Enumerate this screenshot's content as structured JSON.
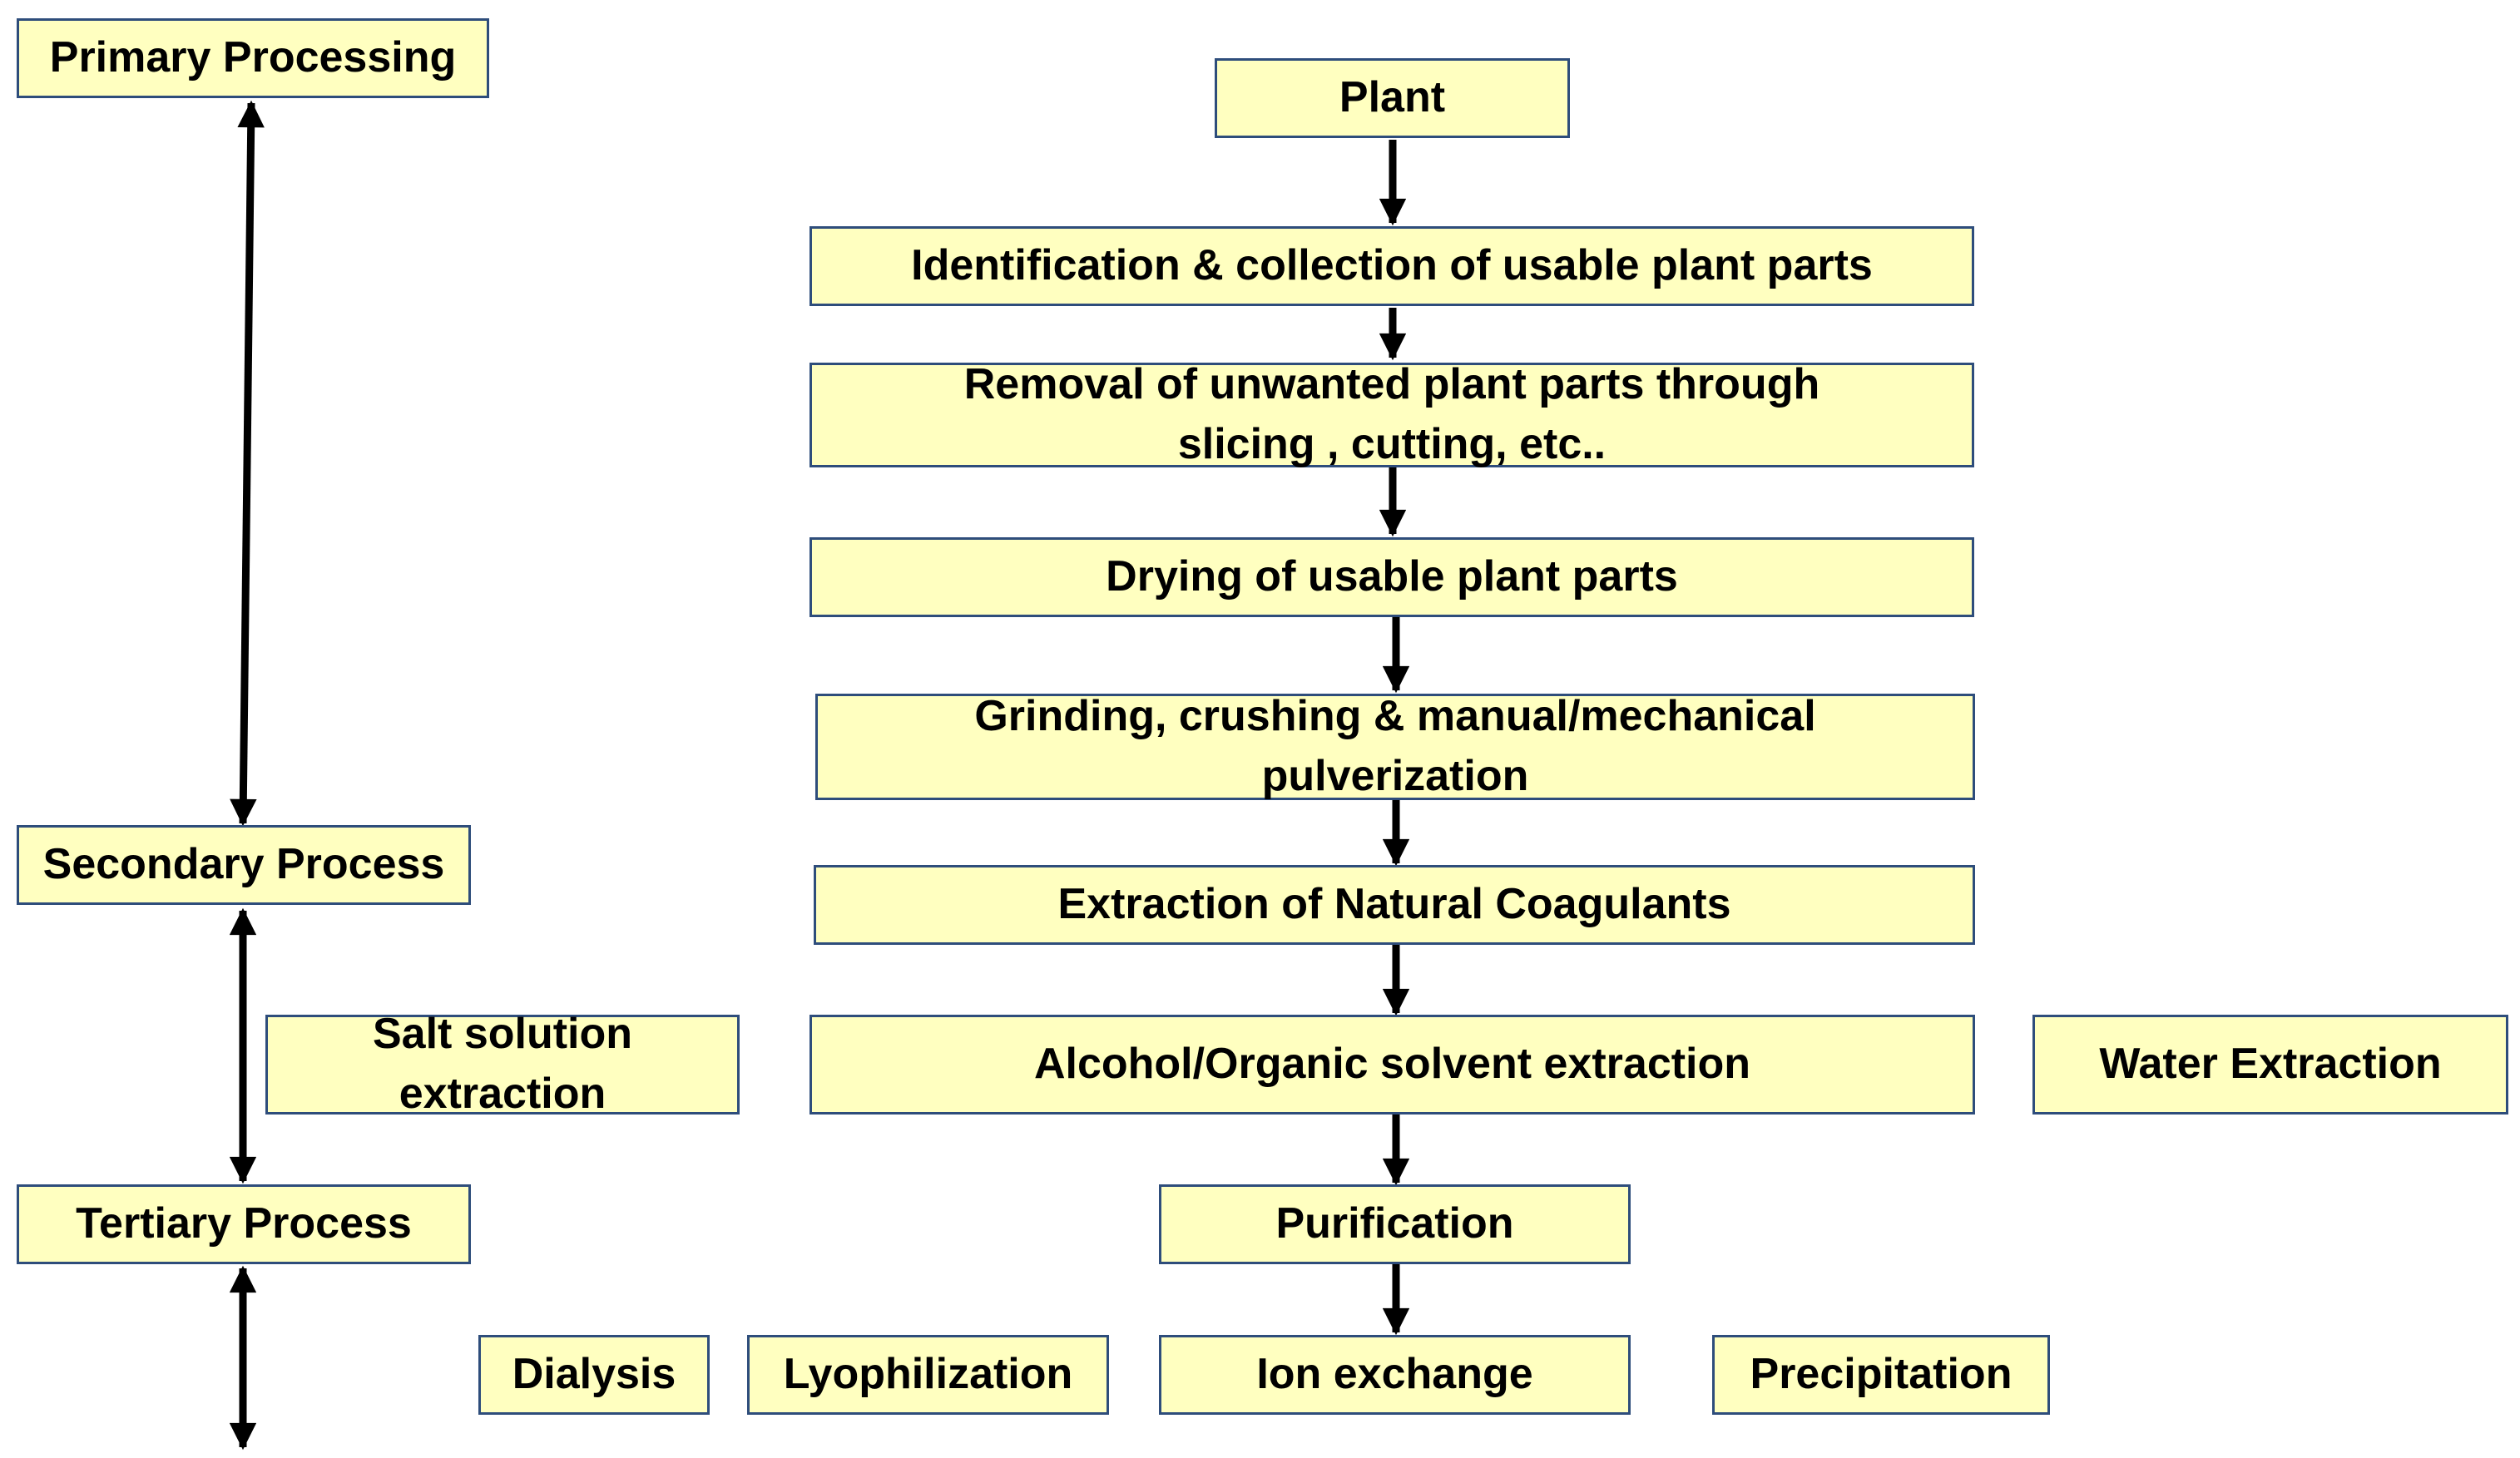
{
  "colors": {
    "box_fill": "#ffffc0",
    "box_border": "#2e4d7b",
    "arrow": "#000000"
  },
  "stages": {
    "primary": "Primary Processing",
    "secondary": "Secondary Process",
    "tertiary": "Tertiary Process"
  },
  "steps": {
    "plant": "Plant",
    "identification": "Identification & collection of usable plant parts",
    "removal": "Removal of unwanted plant parts through slicing , cutting, etc..",
    "drying": "Drying of usable plant parts",
    "grinding": "Grinding, crushing & manual/mechanical pulverization",
    "extraction": "Extraction of Natural Coagulants",
    "purification": "Purification"
  },
  "extraction_methods": {
    "salt": "Salt solution extraction",
    "alcohol": "Alcohol/Organic solvent extraction",
    "water": "Water Extraction"
  },
  "purification_methods": {
    "dialysis": "Dialysis",
    "lyophilization": "Lyophilization",
    "ion_exchange": "Ion exchange",
    "precipitation": "Precipitation"
  }
}
